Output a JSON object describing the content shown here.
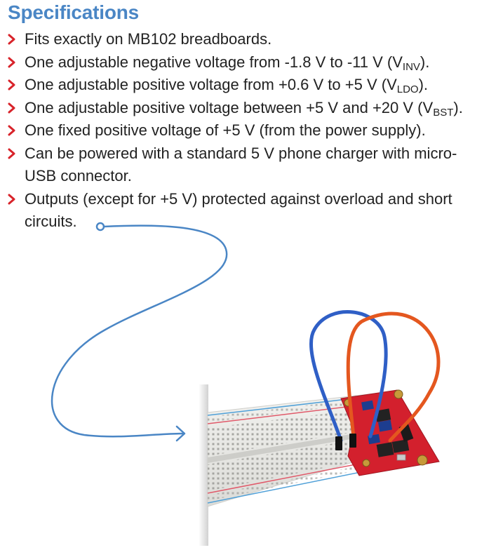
{
  "heading": "Specifications",
  "specs": [
    {
      "parts": [
        "Fits exactly on MB102 breadboards."
      ]
    },
    {
      "parts": [
        "One adjustable negative voltage from -1.8 V to -11 V (V",
        "INV",
        ")."
      ]
    },
    {
      "parts": [
        "One adjustable positive voltage from +0.6 V to +5 V (V",
        "LDO",
        ")."
      ]
    },
    {
      "parts": [
        "One adjustable positive voltage between +5 V and +20 V (V",
        "BST",
        ")."
      ]
    },
    {
      "parts": [
        "One fixed positive voltage of +5 V (from the power supply)."
      ]
    },
    {
      "parts": [
        "Can be powered with a standard 5 V phone charger with micro-",
        "USB connector."
      ]
    },
    {
      "parts": [
        "Outputs (except for +5 V) protected against overload and short",
        "circuits."
      ]
    }
  ],
  "colors": {
    "heading": "#4a86c5",
    "bullet": "#d8232a",
    "connector": "#4a86c5",
    "breadboard": "#e9e9e6",
    "pcb": "#d3202d",
    "jumper_blue": "#2f5fc6",
    "jumper_orange": "#e4571f"
  },
  "icons": {
    "bullet": "chevron-right-icon",
    "connector": "curved-arrow-connector",
    "photo": "breadboard-power-module-photo"
  }
}
